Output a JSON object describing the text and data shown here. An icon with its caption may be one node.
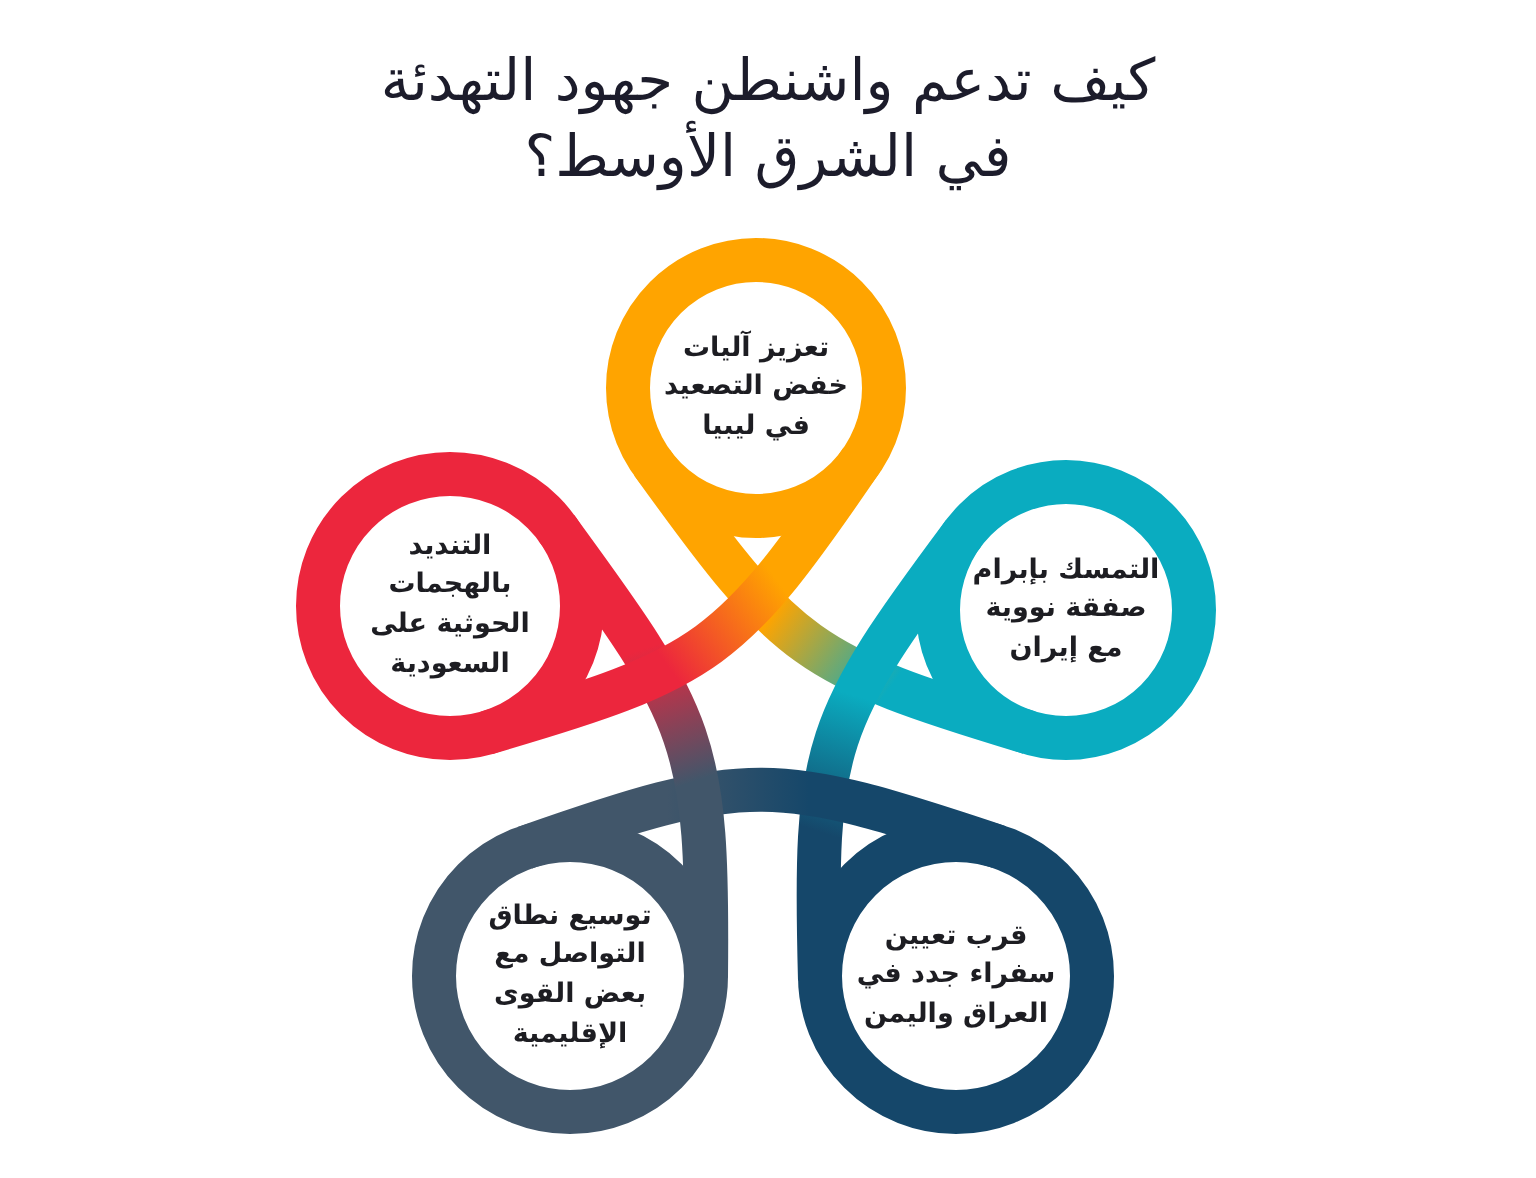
{
  "diagram": {
    "title": "كيف تدعم واشنطن جهود التهدئة في الشرق الأوسط؟",
    "nodes": [
      {
        "text": [
          "تعزيز آليات خفض التصعيد في ليبيا"
        ]
      },
      {
        "text": [
          "التمسك بإبرام صفقة نووية مع إيران"
        ]
      },
      {
        "text": [
          "قرب تعيين سفراء جدد في العراق واليمن"
        ]
      },
      {
        "text": [
          "توسيع نطاق التواصل مع بعض القوى الإقليمية"
        ]
      },
      {
        "text": [
          "التنديد بالهجمات الحوثية على السعودية"
        ]
      }
    ],
    "edges": [
      {
        "from": 0,
        "to": 1,
        "arrow": "none"
      },
      {
        "from": 1,
        "to": 2,
        "arrow": "none"
      },
      {
        "from": 2,
        "to": 3,
        "arrow": "none"
      },
      {
        "from": 3,
        "to": 4,
        "arrow": "none"
      },
      {
        "from": 4,
        "to": 0,
        "arrow": "none"
      }
    ]
  }
}
